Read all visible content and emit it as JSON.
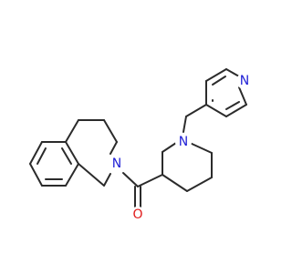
{
  "molecule": {
    "atoms": [
      {
        "id": "N_iq",
        "label": "N",
        "color": "#1f1fd6"
      },
      {
        "id": "N_pip",
        "label": "N",
        "color": "#1f1fd6"
      },
      {
        "id": "N_pyr",
        "label": "N",
        "color": "#1f1fd6"
      },
      {
        "id": "O_carbonyl",
        "label": "O",
        "color": "#e01b1b"
      }
    ],
    "bond_color": "#2b2b2b"
  }
}
